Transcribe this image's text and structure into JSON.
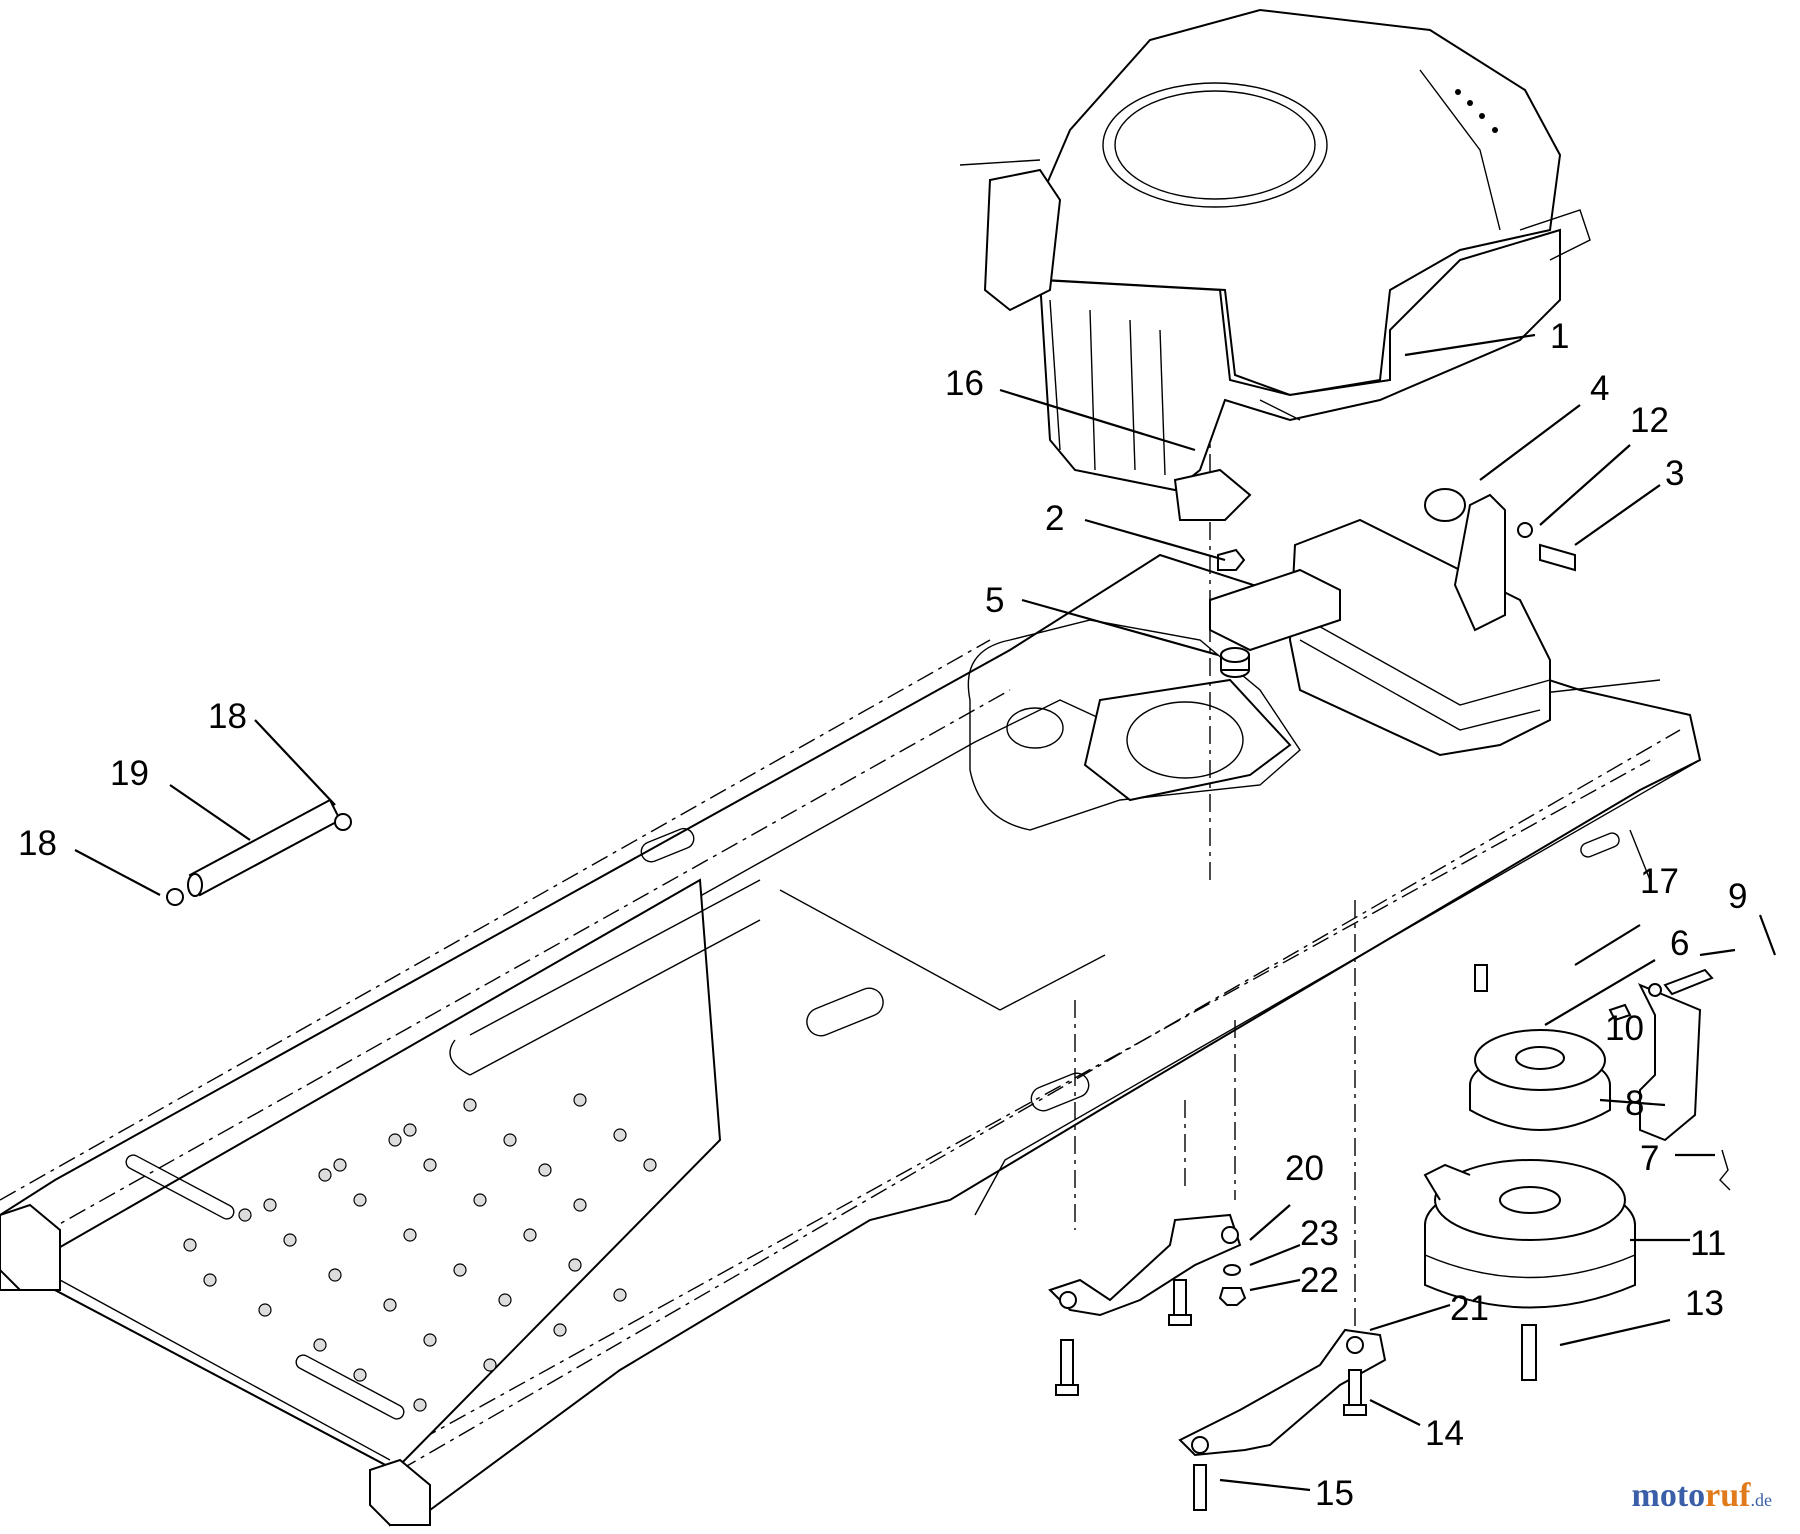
{
  "callouts": [
    "1",
    "2",
    "3",
    "4",
    "5",
    "6",
    "7",
    "8",
    "9",
    "10",
    "11",
    "12",
    "13",
    "14",
    "15",
    "16",
    "17",
    "18",
    "18",
    "19",
    "20",
    "21",
    "22",
    "23"
  ],
  "watermark": {
    "part1": "moto",
    "part2": "ruf",
    "part3": ".de"
  }
}
